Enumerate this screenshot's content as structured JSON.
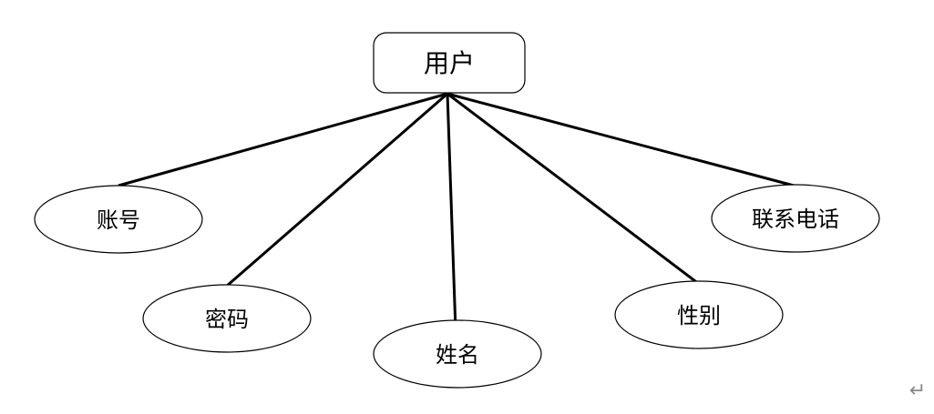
{
  "entity": {
    "label": "用户"
  },
  "attributes": [
    "账号",
    "密码",
    "姓名",
    "性别",
    "联系电话"
  ],
  "paragraph_mark": "↵"
}
